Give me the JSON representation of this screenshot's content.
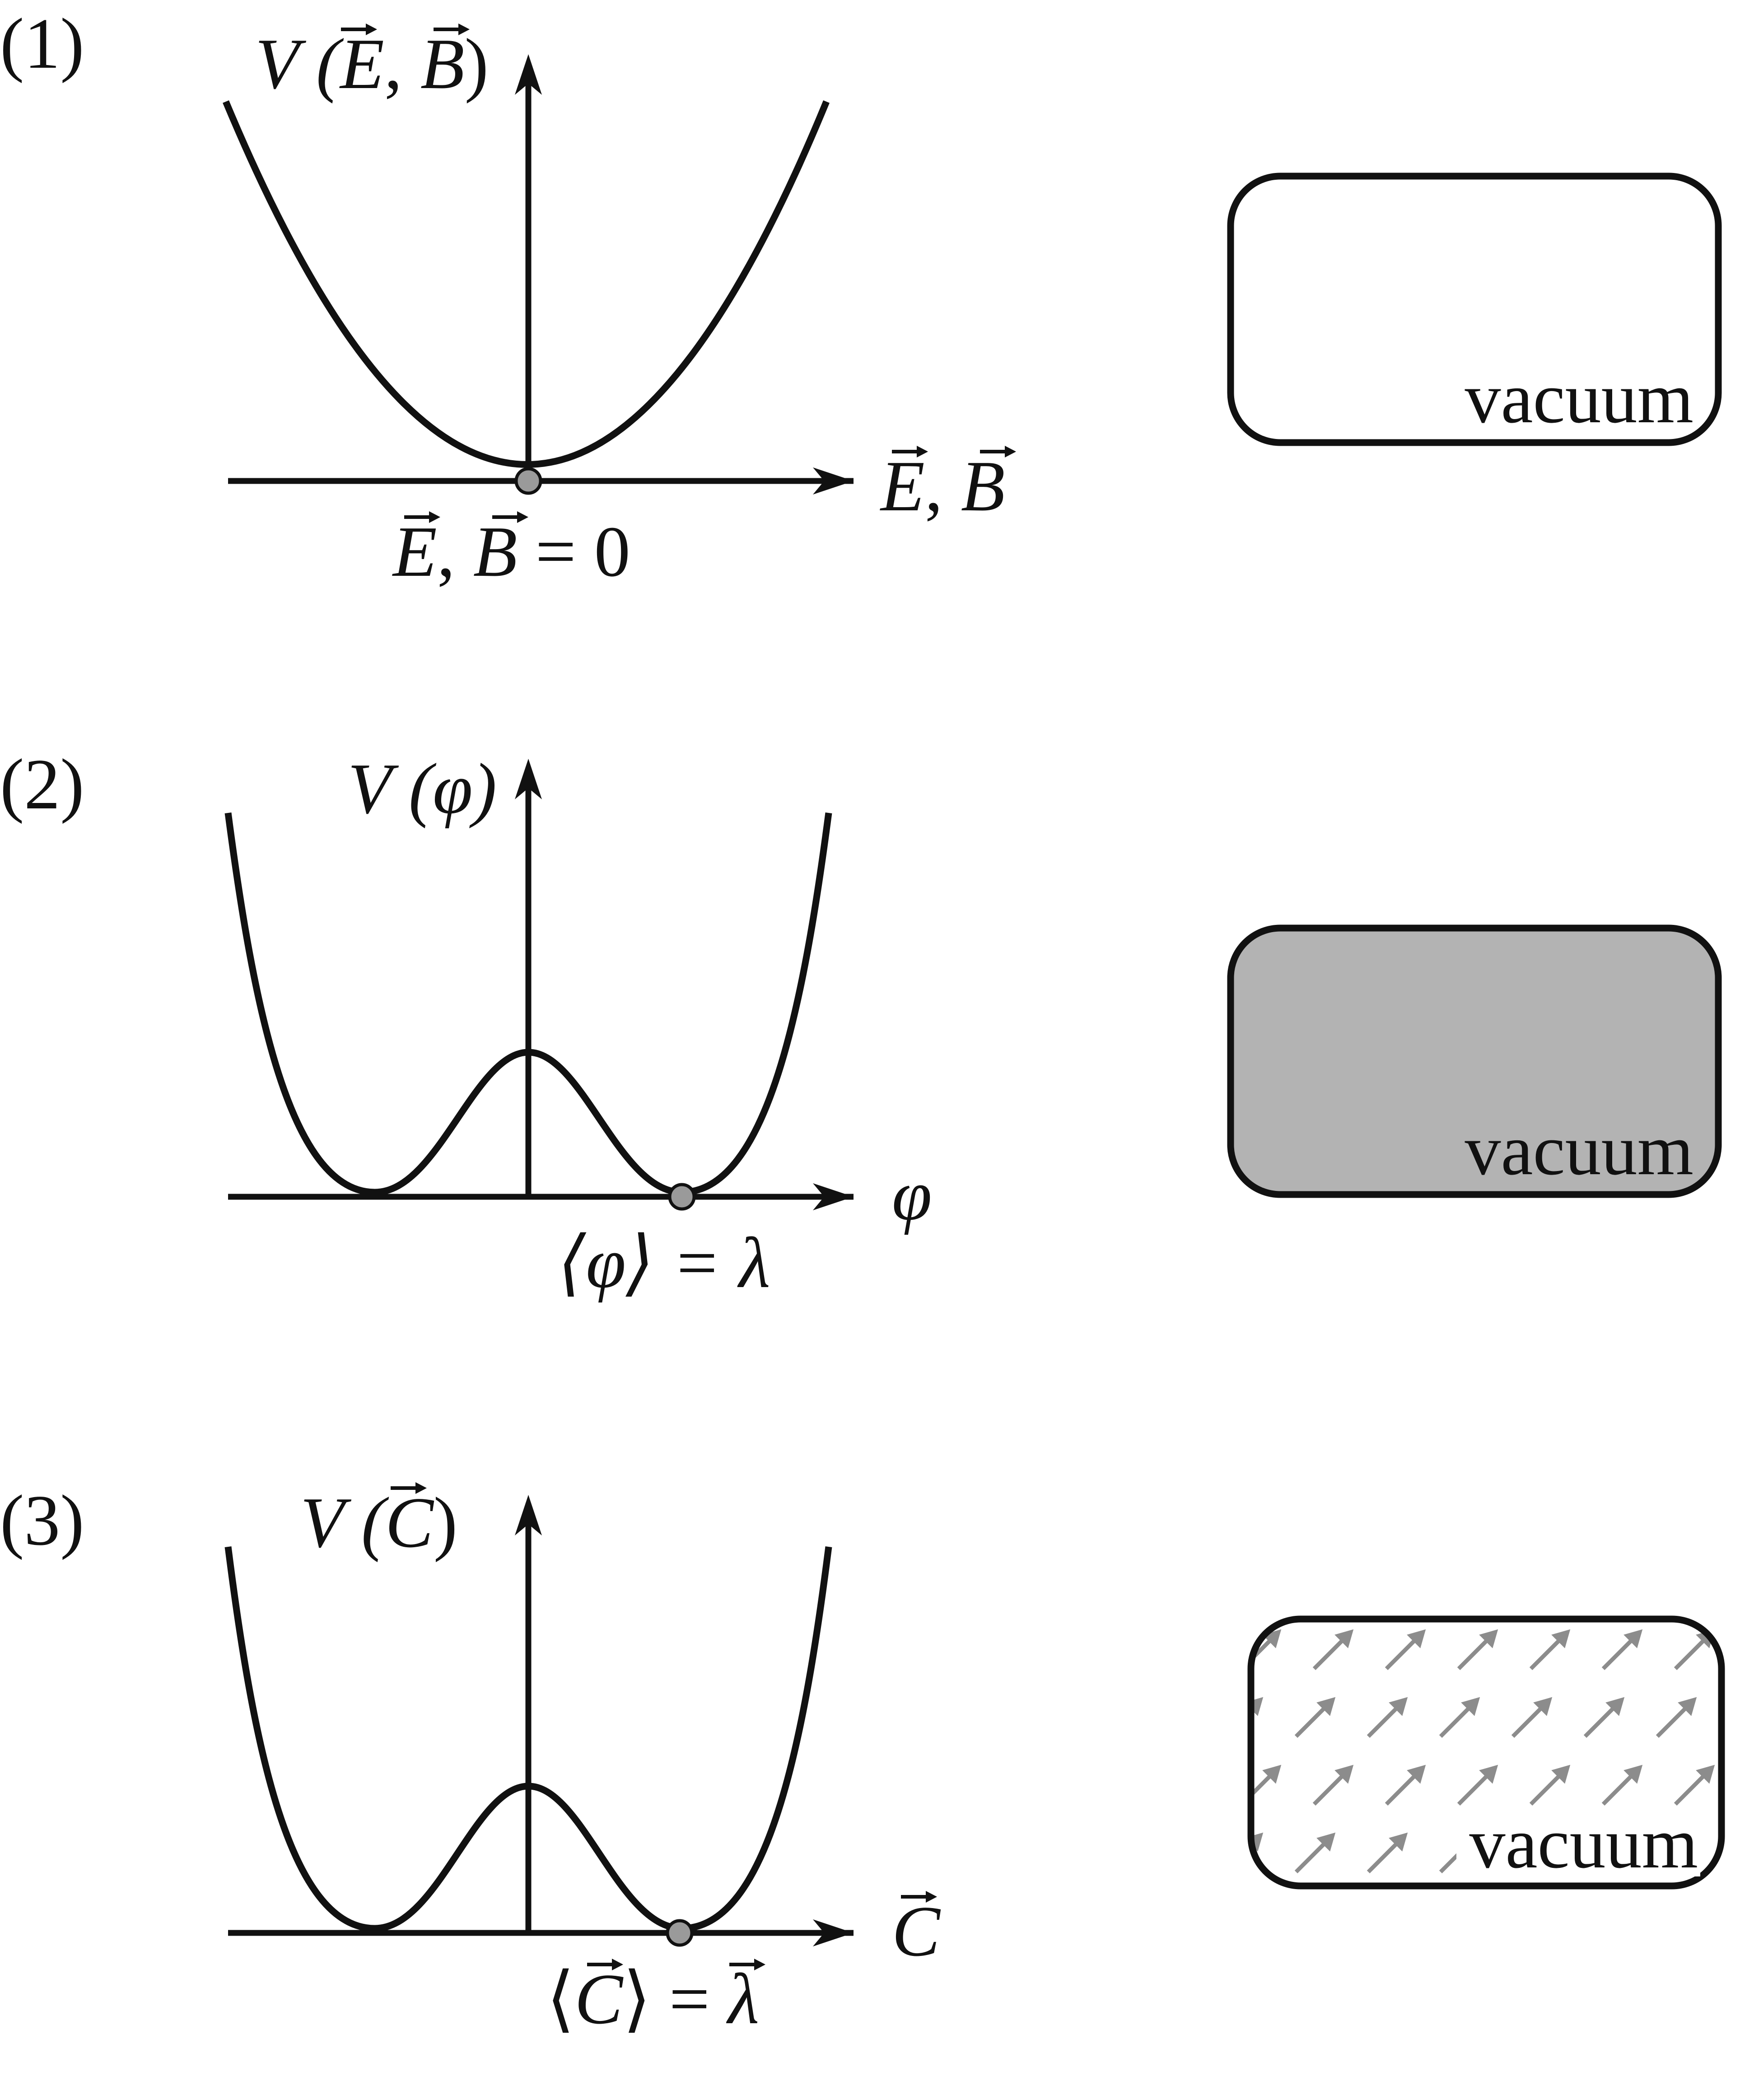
{
  "panels": [
    {
      "id": "1",
      "number": "(1)",
      "y_label": {
        "pre": "V (",
        "vars": [
          "E",
          ", ",
          "B"
        ],
        "post": ")"
      },
      "x_label": {
        "vars": [
          "E",
          ", ",
          "B"
        ]
      },
      "min_label": {
        "vars": [
          "E",
          ", ",
          "B"
        ],
        "post": " = 0"
      },
      "vacuum_label": "vacuum",
      "vacuum_style": "empty"
    },
    {
      "id": "2",
      "number": "(2)",
      "y_label_text": "V (φ)",
      "x_label_text": "φ",
      "min_label_text": "⟨φ⟩ = λ",
      "vacuum_label": "vacuum",
      "vacuum_style": "filled"
    },
    {
      "id": "3",
      "number": "(3)",
      "y_label": {
        "pre": "V (",
        "vars": [
          "C"
        ],
        "post": ")"
      },
      "x_label": {
        "vars": [
          "C"
        ]
      },
      "min_label": {
        "pre": "⟨",
        "vars": [
          "C"
        ],
        "mid": "⟩ = ",
        "vars2": [
          "λ"
        ]
      },
      "vacuum_label": "vacuum",
      "vacuum_style": "arrows"
    }
  ],
  "colors": {
    "line": "#111111",
    "dot": "#9a9a9a",
    "filled_vacuum": "#b3b3b3",
    "arrow_field": "#8c8c8c"
  }
}
